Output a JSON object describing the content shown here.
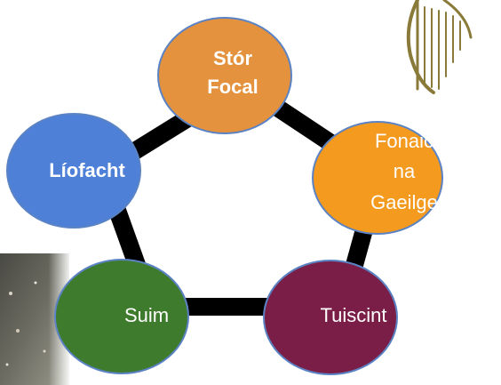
{
  "diagram": {
    "nodes": [
      {
        "id": "stor-focal",
        "lines": [
          "Stór",
          "Focal"
        ],
        "bold": true,
        "fill": "#e4923d"
      },
      {
        "id": "fonaic-na-gaeilge",
        "lines": [
          "Fonaic",
          "na",
          "Gaeilge"
        ],
        "bold": false,
        "fill": "#f39a1f"
      },
      {
        "id": "tuiscint",
        "lines": [
          "Tuiscint"
        ],
        "bold": false,
        "fill": "#7a1e47"
      },
      {
        "id": "suim",
        "lines": [
          "Suim"
        ],
        "bold": false,
        "fill": "#3f7b2c"
      },
      {
        "id": "liofacht",
        "lines": [
          "Líofacht"
        ],
        "bold": true,
        "fill": "#4e80d8"
      }
    ],
    "ring_color": "#000000",
    "node_stroke": "#5b83c4"
  },
  "decor": {
    "emblem": "harp-emblem",
    "photo": "photo-fragment"
  }
}
